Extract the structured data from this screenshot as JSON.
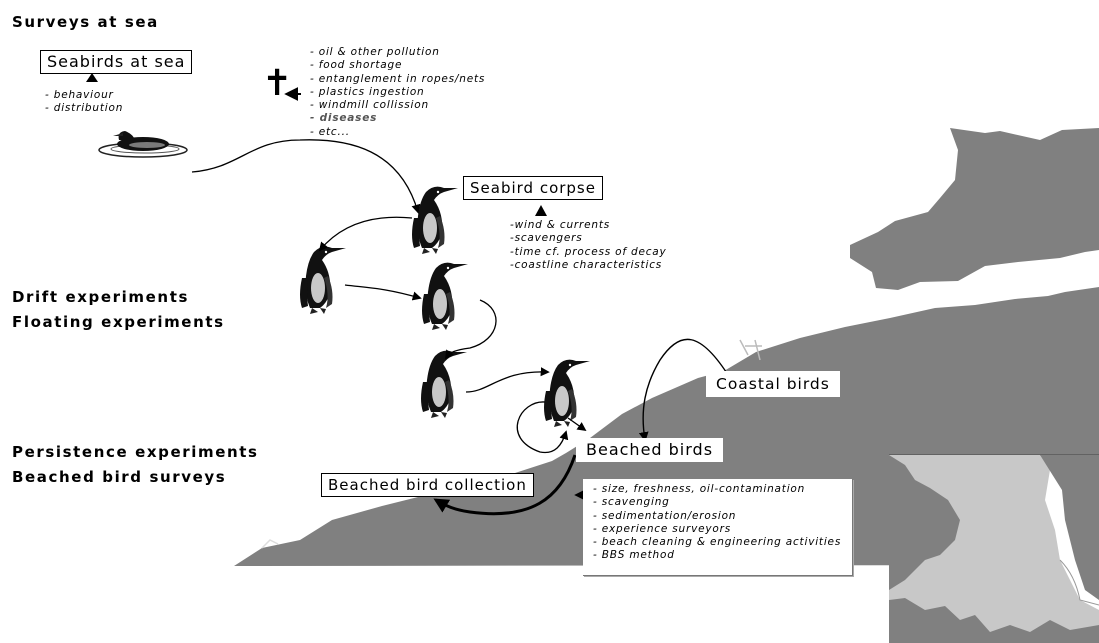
{
  "headings": {
    "surveys_at_sea": "Surveys at sea",
    "drift_experiments": "Drift experiments",
    "floating_experiments": "Floating experiments",
    "persistence_experiments": "Persistence experiments",
    "beached_bird_surveys": "Beached bird surveys"
  },
  "boxes": {
    "seabirds_at_sea": "Seabirds at sea",
    "seabird_corpse": "Seabird corpse",
    "coastal_birds": "Coastal birds",
    "beached_birds": "Beached birds",
    "beached_bird_collection": "Beached bird collection"
  },
  "symbols": {
    "death": "✝"
  },
  "lists": {
    "seabirds_at_sea": [
      "- behaviour",
      "- distribution"
    ],
    "mortality_causes": [
      "- oil & other pollution",
      "- food shortage",
      "- entanglement in ropes/nets",
      "- plastics ingestion",
      "- windmill collission",
      "- diseases",
      "- etc..."
    ],
    "corpse_factors": [
      "-wind & currents",
      "-scavengers",
      "-time cf. process of decay",
      "-coastline characteristics"
    ],
    "beached_factors": [
      "- size, freshness, oil-contamination",
      "- scavenging",
      "- sedimentation/erosion",
      "- experience surveyors",
      "- beach cleaning & engineering activities",
      "- BBS method"
    ]
  },
  "icons": {
    "bird": "standing-seabird-icon",
    "swimming_bird": "swimming-seabird-icon",
    "marker": "triangle-pointer-icon"
  },
  "colors": {
    "land": "#808080",
    "inset_land": "#c8c8c8",
    "inset_bg": "#ffffff"
  }
}
